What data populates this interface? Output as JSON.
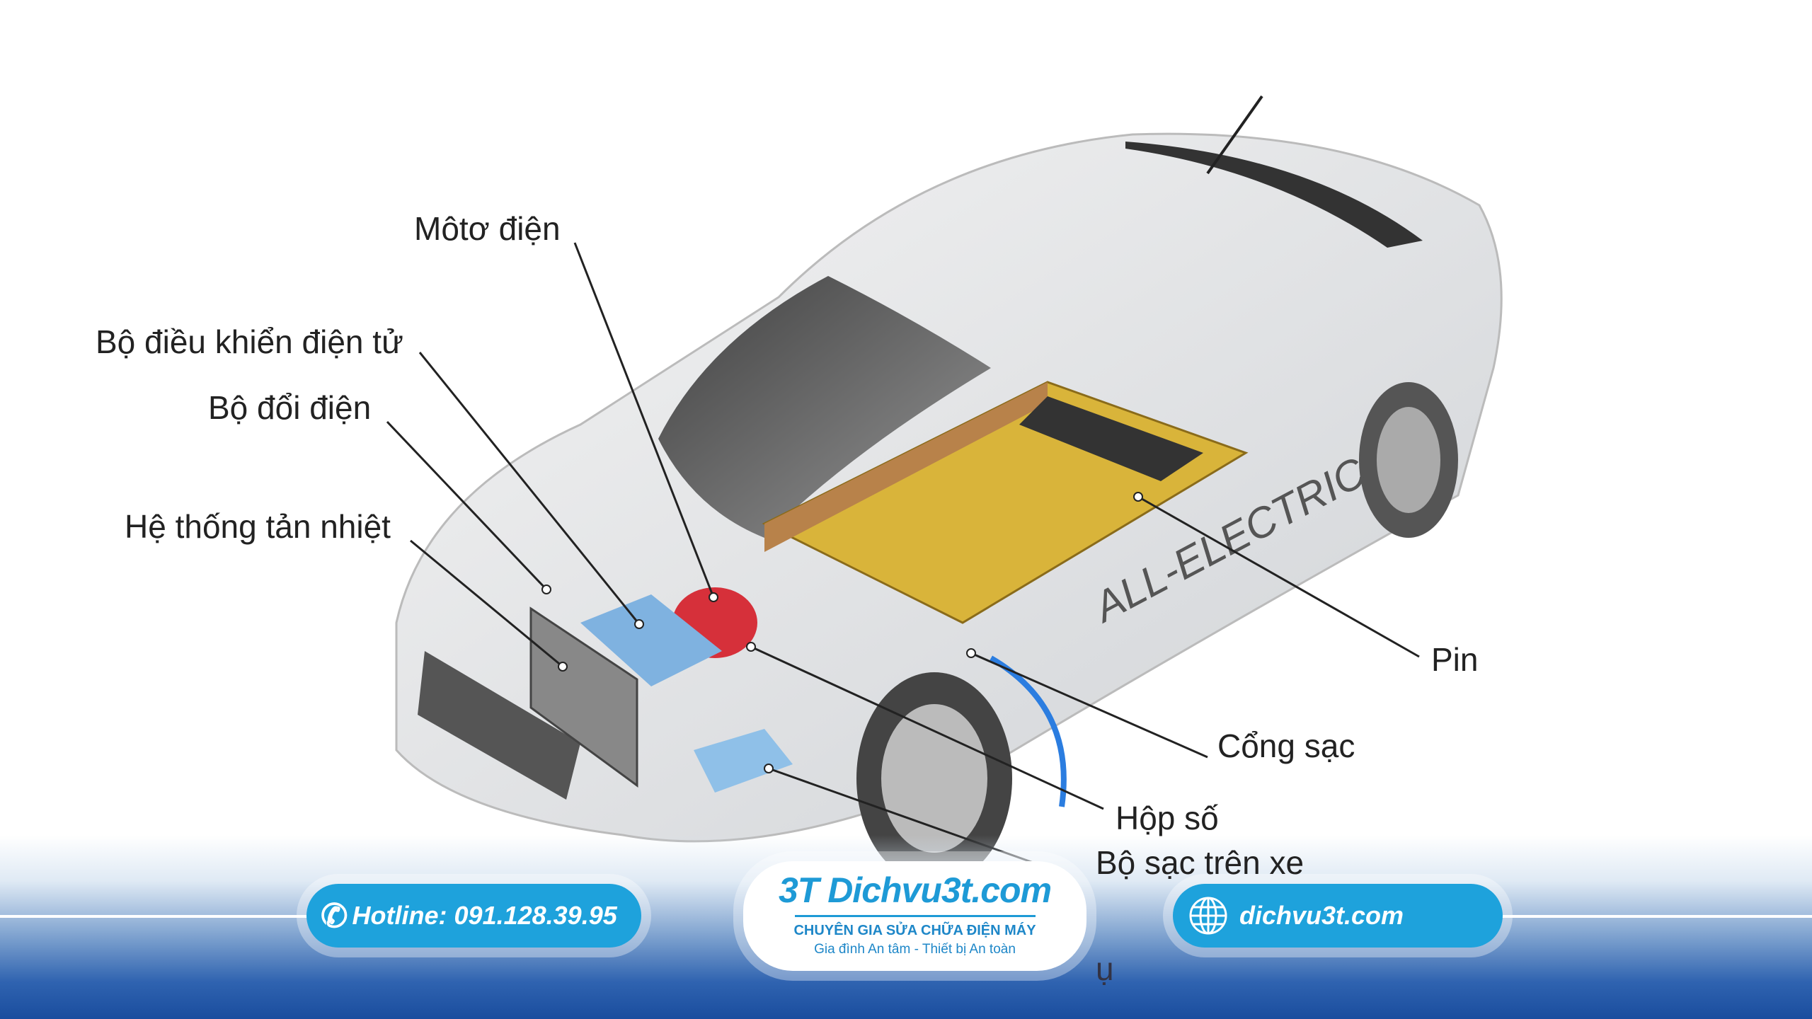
{
  "diagram": {
    "labels": {
      "motor": "Môtơ điện",
      "controller": "Bộ điều khiển điện tử",
      "converter": "Bộ đổi điện",
      "cooling": "Hệ thống tản nhiệt",
      "battery": "Pin",
      "charge_port": "Cổng sạc",
      "gearbox": "Hộp số",
      "onboard_charger": "Bộ sạc trên xe",
      "partial": "ụ"
    },
    "car_decal": "ALL-ELECTRIC"
  },
  "banner": {
    "hotline": "Hotline: 091.128.39.95",
    "logo": {
      "mark": "3T",
      "name": "Dichvu3t.com",
      "slogan": "CHUYÊN GIA SỬA CHỮA ĐIỆN MÁY",
      "tagline": "Gia đình An tâm - Thiết bị An toàn"
    },
    "website": "dichvu3t.com",
    "colors": {
      "accent": "#1ea2dc",
      "bottom": "#1a4d9e"
    }
  }
}
